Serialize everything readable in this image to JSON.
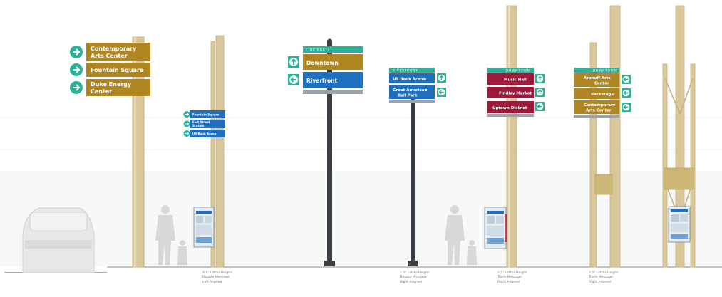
{
  "colors": {
    "pole": "#d8c79a",
    "pole_dark": "#c9b682",
    "brown": "#b08623",
    "blue": "#1f6fc1",
    "teal": "#2bb39a",
    "red": "#9c1b3c",
    "dark_pole": "#3a3f45"
  },
  "signs": {
    "s1": {
      "msg1": "Contemporary",
      "msg1b": "Arts Center",
      "msg2": "Fountain Square",
      "msg3": "Duke Energy",
      "msg3b": "Center"
    },
    "s2": {
      "msg1": "Fountain Square",
      "msg2": "Fort Street",
      "msg2b": "Station",
      "msg3": "US Bank Arena"
    },
    "s3": {
      "header": "CINCINNATI",
      "msg1": "Downtown",
      "msg2": "Riverfront"
    },
    "s4": {
      "header": "RIVERFRONT",
      "msg1": "US Bank Arena",
      "msg2": "Great American",
      "msg2b": "Ball Park"
    },
    "s5": {
      "header": "DOWNTOWN",
      "msg1": "Music Hall",
      "msg2": "Findlay Market",
      "msg3": "Uptown District"
    },
    "s6": {
      "header": "DOWNTOWN",
      "msg1": "Aronoff Arts",
      "msg1b": "Center",
      "msg2": "Backstage",
      "msg3": "Contemporary",
      "msg3b": "Arts Center"
    }
  },
  "captions": {
    "c1": {
      "l1": "4.5\" Letter Height",
      "l2": "Double Message",
      "l3": "Left Aligned"
    },
    "c2": {
      "l1": "2.5\" Letter Height",
      "l2": "Double Message",
      "l3": "Right Aligned"
    },
    "c3": {
      "l1": "2.5\" Letter Height",
      "l2": "Triple Message",
      "l3": "Right Aligned"
    },
    "c4": {
      "l1": "3.5\" Letter Height",
      "l2": "Triple Message",
      "l3": "Right Aligned"
    }
  }
}
